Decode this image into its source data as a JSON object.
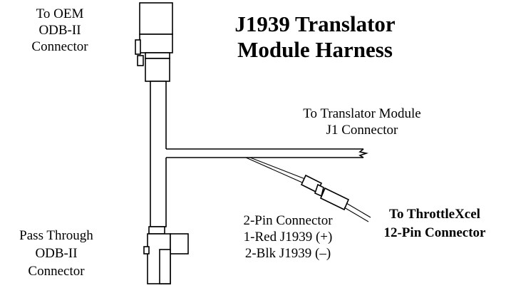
{
  "title": {
    "line1": "J1939 Translator",
    "line2": "Module Harness"
  },
  "labels": {
    "oem": [
      "To OEM",
      "ODB-II",
      "Connector"
    ],
    "pass_through": [
      "Pass Through",
      "ODB-II",
      "Connector"
    ],
    "translator": [
      "To Translator Module",
      "J1 Connector"
    ],
    "two_pin": [
      "2-Pin Connector",
      "1-Red J1939 (+)",
      "2-Blk J1939 (–)"
    ],
    "throttle": [
      "To ThrottleXcel",
      "12-Pin Connector"
    ]
  }
}
